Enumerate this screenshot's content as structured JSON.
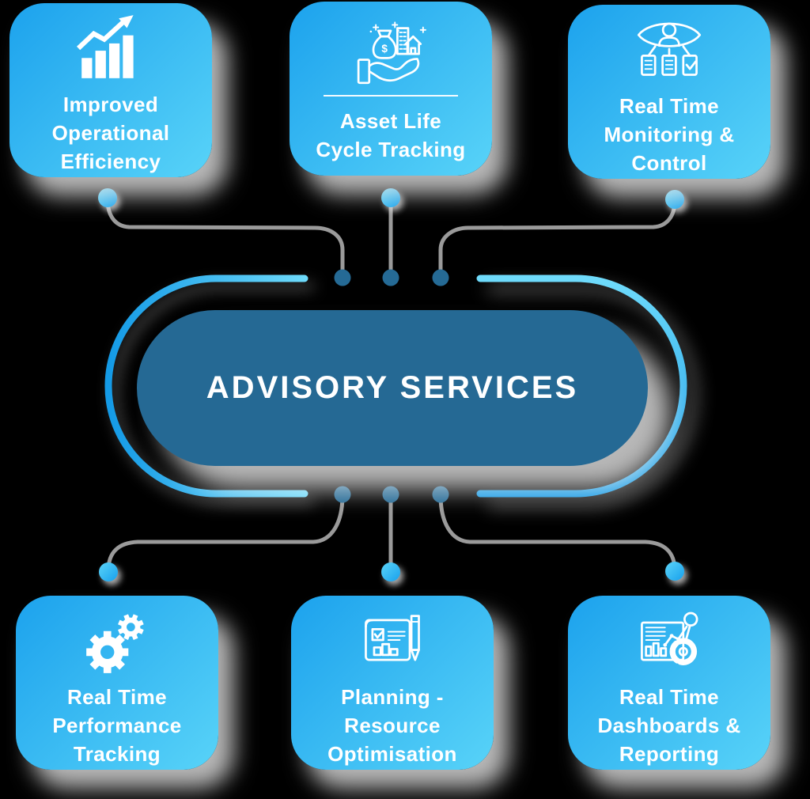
{
  "center": {
    "label": "ADVISORY SERVICES"
  },
  "cards": [
    {
      "id": "improved-operational-efficiency",
      "label": "Improved\nOperational\nEfficiency",
      "icon": "growth-bar-chart-icon"
    },
    {
      "id": "asset-life-cycle-tracking",
      "label": "Asset Life\nCycle Tracking",
      "icon": "asset-hand-money-icon"
    },
    {
      "id": "real-time-monitoring-control",
      "label": "Real Time\nMonitoring &\nControl",
      "icon": "monitoring-eye-icon"
    },
    {
      "id": "real-time-performance-tracking",
      "label": "Real Time\nPerformance\nTracking",
      "icon": "gears-icon"
    },
    {
      "id": "planning-resource-optimisation",
      "label": "Planning -\nResource\nOptimisation",
      "icon": "planning-blueprint-icon"
    },
    {
      "id": "real-time-dashboards-reporting",
      "label": "Real Time\nDashboards &\nReporting",
      "icon": "dashboard-report-icon"
    }
  ],
  "colors": {
    "background": "#000000",
    "card-grad-start": "#1CA2ED",
    "card-grad-end": "#58D3F8",
    "pill-bg": "#256994",
    "ring-dark": "#149AE6",
    "ring-light": "#6FDBFB",
    "connector-gray": "#9A9A9A",
    "dot-dark": "#256A95",
    "dot-light-start": "#5BD4F9",
    "dot-light-end": "#17A0EC"
  }
}
